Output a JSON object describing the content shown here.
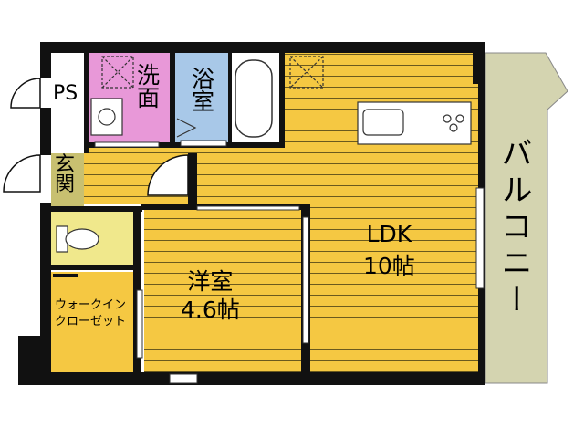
{
  "rooms": {
    "ldk": {
      "name": "LDK",
      "size": "10帖"
    },
    "western": {
      "name": "洋室",
      "size": "4.6帖"
    },
    "bath": {
      "label_top": "浴",
      "label_bottom": "室"
    },
    "washroom": {
      "label_top": "洗",
      "label_bottom": "面"
    },
    "entrance": {
      "label_top": "玄",
      "label_bottom": "関"
    },
    "walk_in_closet": {
      "line1": "ウォークイン",
      "line2": "クローゼット"
    },
    "pipe_space": {
      "label": "PS"
    },
    "balcony": {
      "label": "バルコニー"
    }
  },
  "colors": {
    "floor": "#f5c842",
    "floor_line": "#6b5a1e",
    "wall": "#111111",
    "washroom": "#e898d8",
    "bath": "#a8c8e8",
    "toilet": "#f0e88c",
    "entrance": "#c8c070",
    "balcony": "#d4d4b0"
  }
}
